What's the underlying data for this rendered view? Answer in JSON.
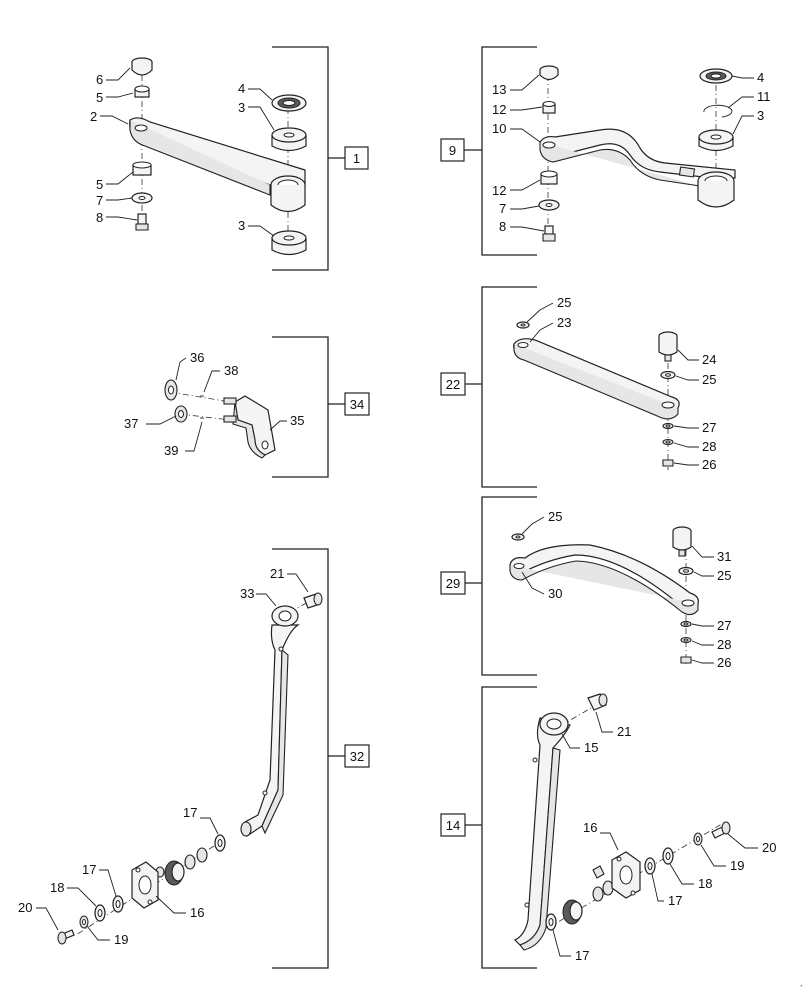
{
  "groups": [
    {
      "id": "g1",
      "label": "1",
      "callouts": [
        "6",
        "5",
        "2",
        "5",
        "7",
        "8",
        "4",
        "3",
        "3"
      ]
    },
    {
      "id": "g9",
      "label": "9",
      "callouts": [
        "13",
        "12",
        "10",
        "12",
        "7",
        "8",
        "4",
        "11",
        "3"
      ]
    },
    {
      "id": "g34",
      "label": "34",
      "callouts": [
        "36",
        "38",
        "37",
        "39",
        "35"
      ]
    },
    {
      "id": "g22",
      "label": "22",
      "callouts": [
        "25",
        "23",
        "24",
        "25",
        "27",
        "28",
        "26"
      ]
    },
    {
      "id": "g29",
      "label": "29",
      "callouts": [
        "25",
        "31",
        "25",
        "30",
        "27",
        "28",
        "26"
      ]
    },
    {
      "id": "g32",
      "label": "32",
      "callouts": [
        "21",
        "33",
        "17",
        "17",
        "16",
        "18",
        "20",
        "19"
      ]
    },
    {
      "id": "g14",
      "label": "14",
      "callouts": [
        "21",
        "15",
        "16",
        "20",
        "19",
        "18",
        "17",
        "17"
      ]
    }
  ]
}
